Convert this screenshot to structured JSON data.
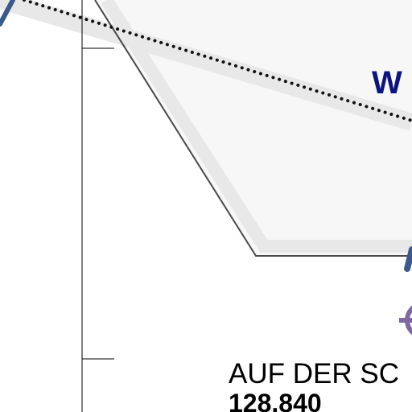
{
  "map": {
    "direction_label": "W",
    "place_name": "AUF DER SC",
    "place_value": "128.840",
    "colors": {
      "background": "#ffffff",
      "area_fill": "#f7f7f7",
      "area_casing": "#e8e8e8",
      "area_outline": "#4a4a4a",
      "route_dots": "#111111",
      "road_blue": "#3a5a8c",
      "direction_label": "#0d1480",
      "station_symbol": "#7e6a9f",
      "grid_lines": "#000000",
      "label_text": "#000000"
    },
    "symbols": {
      "station": "circle-cross-icon"
    }
  }
}
